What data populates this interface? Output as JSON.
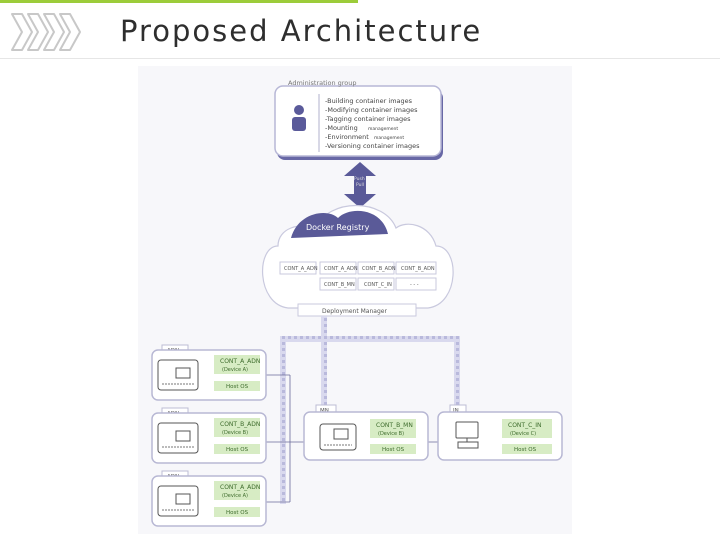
{
  "slide": {
    "title": "Proposed Architecture"
  },
  "admin": {
    "label": "Administration group",
    "lines": [
      "-Building   container images",
      "-Modifying container images",
      "-Tagging   container images",
      "-Mounting",
      "-Environment",
      "-Versioning  container images"
    ],
    "mgmt1": "management",
    "mgmt2": "management"
  },
  "arrow_label": [
    "Push",
    "Pull"
  ],
  "registry": {
    "title": "Docker Registry",
    "cells": [
      "CONT_A_ADN",
      "CONT_A_ADN",
      "CONT_B_ADN",
      "CONT_B_ADN",
      "CONT_B_MN",
      "CONT_C_IN",
      "- - -"
    ],
    "manager": "Deployment Manager"
  },
  "adn_nodes": [
    {
      "tag": "ADN",
      "cont": "CONT_A_ADN",
      "device": "(Device A)",
      "os": "Host OS"
    },
    {
      "tag": "ADN",
      "cont": "CONT_B_ADN",
      "device": "(Device B)",
      "os": "Host OS"
    },
    {
      "tag": "ADN",
      "cont": "CONT_A_ADN",
      "device": "(Device A)",
      "os": "Host OS"
    }
  ],
  "mn_node": {
    "tag": "MN",
    "cont": "CONT_B_MN",
    "device": "(Device B)",
    "os": "Host OS"
  },
  "in_node": {
    "tag": "IN",
    "cont": "CONT_C_IN",
    "device": "(Device C)",
    "os": "Host OS"
  },
  "colors": {
    "accent": "#9ccc3a",
    "purple": "#5a5a98",
    "lavender": "#d6d6ee",
    "green": "#d7ecc4",
    "green_dark": "#3d6b2c"
  }
}
